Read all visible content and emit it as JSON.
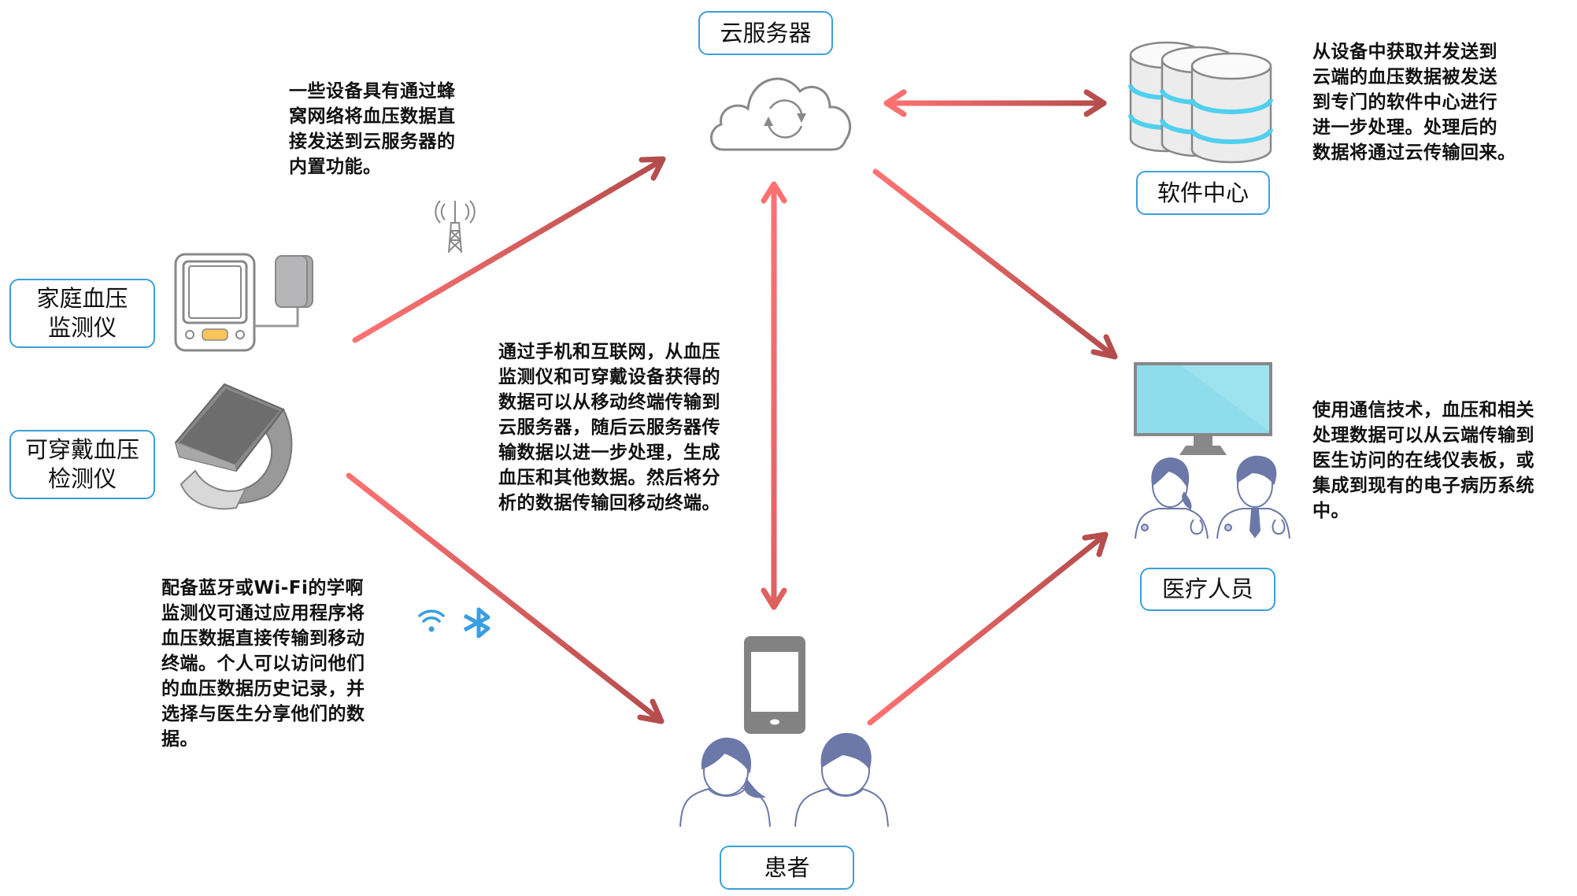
{
  "nodes": {
    "cloud_server": {
      "label": "云服务器",
      "icon": "cloud-sync-icon"
    },
    "software_center": {
      "label": "软件中心",
      "icon": "database-servers-icon"
    },
    "home_bp_monitor": {
      "label": "家庭血压\n监测仪",
      "icon": "bp-monitor-icon"
    },
    "wearable_bp_monitor": {
      "label": "可穿戴血压\n检测仪",
      "icon": "smartwatch-icon"
    },
    "medical_staff": {
      "label": "医疗人员",
      "icon": "doctors-monitor-icon"
    },
    "patient": {
      "label": "患者",
      "icon": "patients-phone-icon"
    }
  },
  "descriptions": {
    "cellular": "一些设备具有通过蜂\n窝网络将血压数据直\n接发送到云服务器的\n内置功能。",
    "software_center": "从设备中获取并发送到\n云端的血压数据被发送\n到专门的软件中心进行\n进一步处理。处理后的\n数据将通过云传输回来。",
    "mobile_internet": "通过手机和互联网，从血压\n监测仪和可穿戴设备获得的\n数据可以从移动终端传输到\n云服务器，随后云服务器传\n输数据以进一步处理，生成\n血压和其他数据。然后将分\n析的数据传输回移动终端。",
    "bluetooth_wifi": "配备蓝牙或Wi-Fi的学啊\n监测仪可通过应用程序将\n血压数据直接传输到移动\n终端。个人可以访问他们\n的血压数据历史记录，并\n选择与医生分享他们的数\n据。",
    "clinician": "使用通信技术，血压和相关\n处理数据可以从云端传输到\n医生访问的在线仪表板，或\n集成到现有的电子病历系统\n中。"
  },
  "connections": [
    {
      "from": "home_bp_monitor",
      "to": "cloud_server",
      "direction": "one-way"
    },
    {
      "from": "cloud_server",
      "to": "software_center",
      "direction": "two-way"
    },
    {
      "from": "cloud_server",
      "to": "patient",
      "direction": "two-way"
    },
    {
      "from": "cloud_server",
      "to": "medical_staff",
      "direction": "one-way"
    },
    {
      "from": "wearable_bp_monitor",
      "to": "patient",
      "direction": "one-way"
    },
    {
      "from": "patient",
      "to": "medical_staff",
      "direction": "one-way"
    }
  ],
  "icons": {
    "cell_tower": "cell-tower-icon",
    "wifi": "wifi-icon",
    "bluetooth": "bluetooth-icon"
  },
  "colors": {
    "arrow_start": "#ff7272",
    "arrow_end": "#b34c4c",
    "label_border": "#3aa0d8",
    "person": "#6b78a8",
    "wireless": "#3a9ee0",
    "monitor_screen": "#8fdcec",
    "db_stripe": "#4fd0ee"
  }
}
